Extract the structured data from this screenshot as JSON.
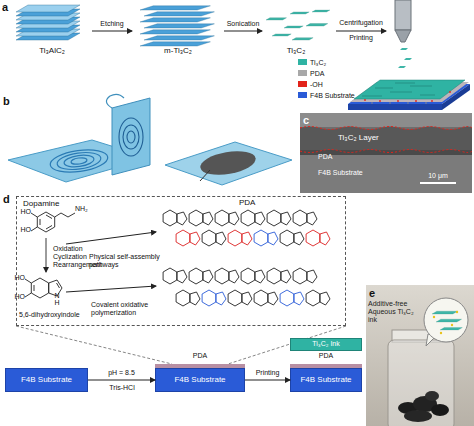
{
  "diagram": {
    "nodes": [
      {
        "text": [
          "Ti₃AlC₂"
        ]
      },
      {
        "text": [
          "m-Ti₃C₂"
        ]
      },
      {
        "text": [
          "Ti₃C₂"
        ]
      },
      {
        "text": [
          "Ti₃C₂ Layer",
          "PDA",
          "F4B Substrate",
          "10 μm"
        ]
      },
      {
        "text": [
          "Dopamine",
          "Oxidation Cyclization Rearrangement",
          "5,6-dihydroxyindole",
          "Physical self-assembly pathways",
          "Covalent oxidative polymerization",
          "PDA"
        ]
      },
      {
        "text": [
          "F4B Substrate"
        ]
      },
      {
        "text": [
          "PDA"
        ]
      },
      {
        "text": [
          "F4B Substrate"
        ]
      },
      {
        "text": [
          "Ti₃C₂ Ink"
        ]
      },
      {
        "text": [
          "PDA"
        ]
      },
      {
        "text": [
          "F4B Substrate"
        ]
      }
    ],
    "edges": [
      {
        "from": 0,
        "to": 1,
        "arrow": "to",
        "label": "Etching"
      },
      {
        "from": 1,
        "to": 2,
        "arrow": "to",
        "label": "Sonication"
      },
      {
        "from": 5,
        "to": 7,
        "arrow": "to",
        "label": "pH = 8.5"
      },
      {
        "from": 7,
        "to": 10,
        "arrow": "to",
        "label": "Printing"
      }
    ],
    "labels": [
      "a",
      "b",
      "c",
      "d",
      "e",
      "Centrifugation",
      "Printing",
      "Tris-HCl",
      "Additive-free Aqueous Ti₃C₂ ink",
      "HO",
      "HO",
      "NH₂",
      "HO",
      "HO",
      "N",
      "H"
    ],
    "legend": [
      {
        "text": "Ti₃C₂",
        "color": "#2fb3a3"
      },
      {
        "text": "PDA",
        "color": "#a8a8a8"
      },
      {
        "text": "-OH",
        "color": "#e2231a"
      },
      {
        "text": "F4B Substrate",
        "color": "#2a5bd7"
      }
    ]
  }
}
